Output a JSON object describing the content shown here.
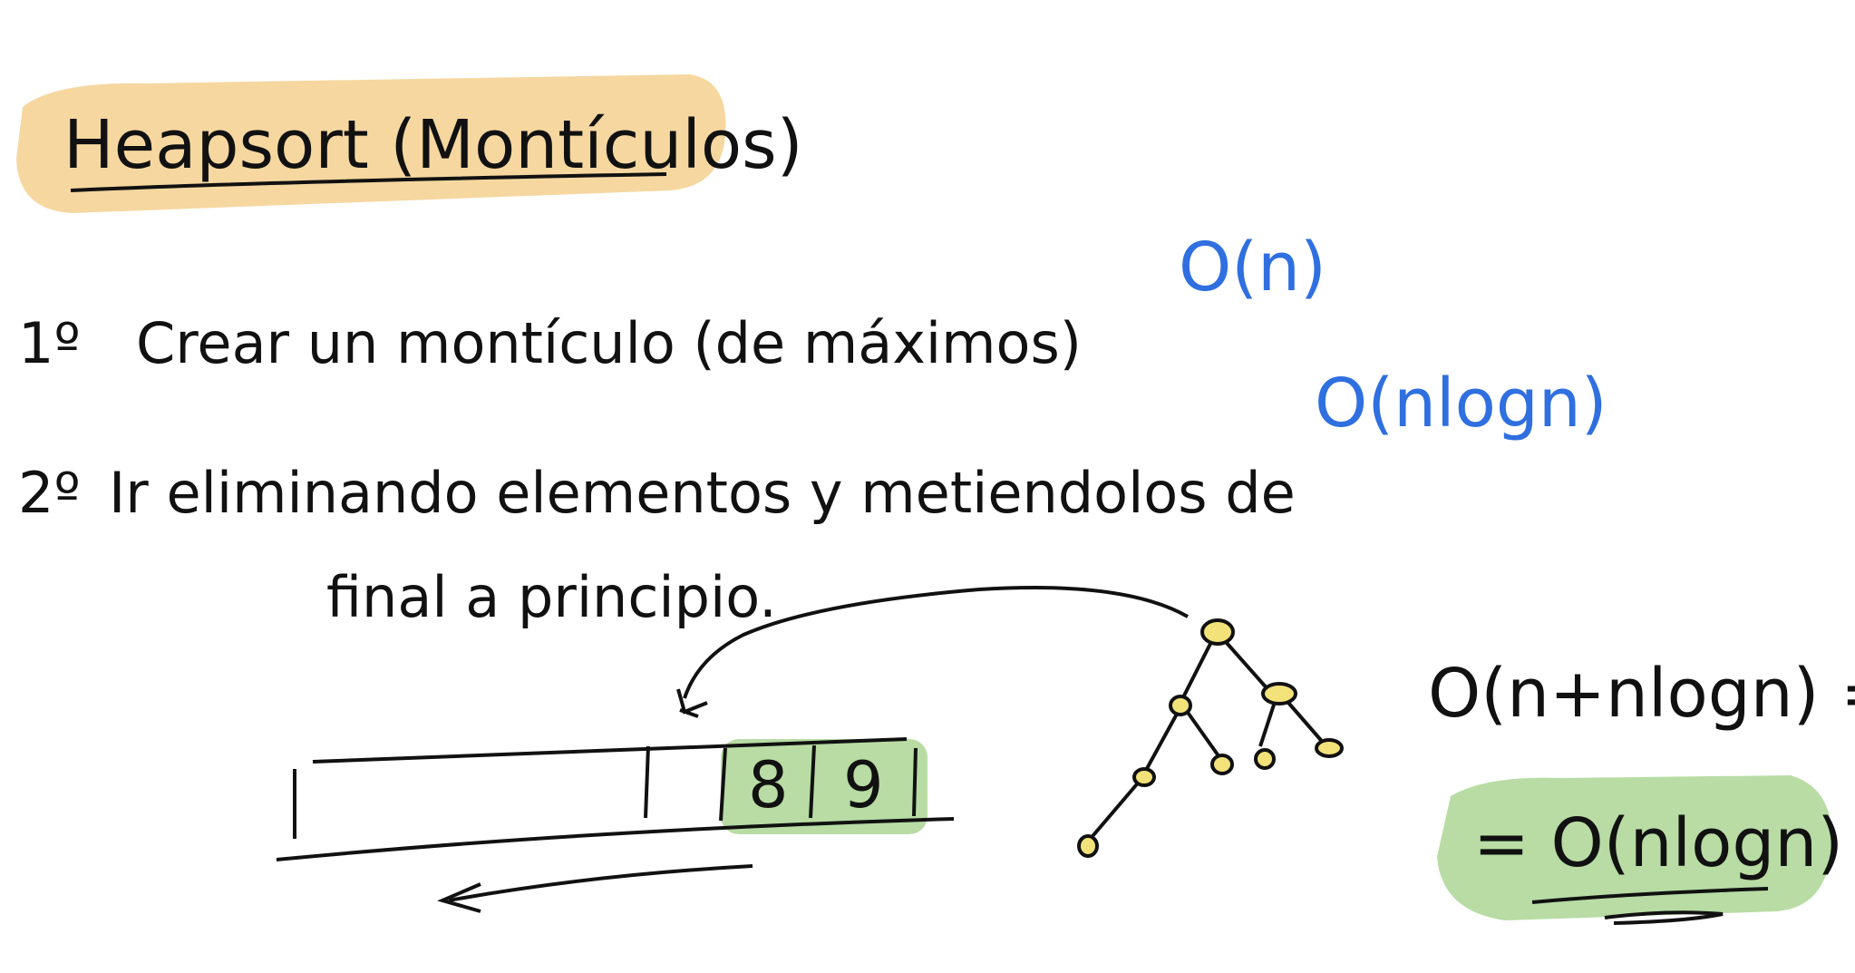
{
  "title": "Heapsort (Montículos)",
  "steps": [
    {
      "number": "1º",
      "text": "Crear un montículo (de máximos)",
      "complexity": "O(n)"
    },
    {
      "number": "2º",
      "text": "Ir eliminando elementos y metiendolos de",
      "continuation": "final a principio.",
      "complexity": "O(nlogn)"
    }
  ],
  "array_cells": [
    "8",
    "9"
  ],
  "total": {
    "expression": "O(n+nlogn) =",
    "result": "= O(nlogn)"
  },
  "colors": {
    "title_highlight": "#f6d7a0",
    "result_highlight": "#b8dca4",
    "cells_highlight": "#b8dca4",
    "complexity_blue": "#2f6fe0",
    "heap_node_fill": "#f3e27a",
    "ink": "#111111"
  }
}
